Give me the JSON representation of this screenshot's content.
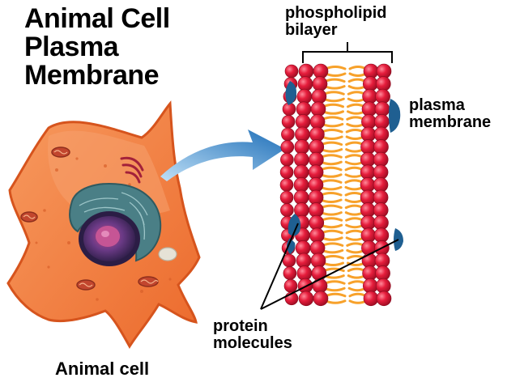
{
  "title_lines": [
    "Animal Cell",
    "Plasma",
    "Membrane"
  ],
  "labels": {
    "bilayer_lines": [
      "phospholipid",
      "bilayer"
    ],
    "plasma_lines": [
      "plasma",
      "membrane"
    ],
    "protein_lines": [
      "protein",
      "molecules"
    ],
    "cell": "Animal cell"
  },
  "colors": {
    "cell_body": "#f47d3c",
    "cell_outline": "#d6541d",
    "nucleus": "#3f2a5e",
    "golgi": "#4a7f86",
    "lipid_head": "#e11d3b",
    "lipid_tail": "#f7a12a",
    "protein": "#1f5f91",
    "arrow": "#2a7fc8"
  }
}
